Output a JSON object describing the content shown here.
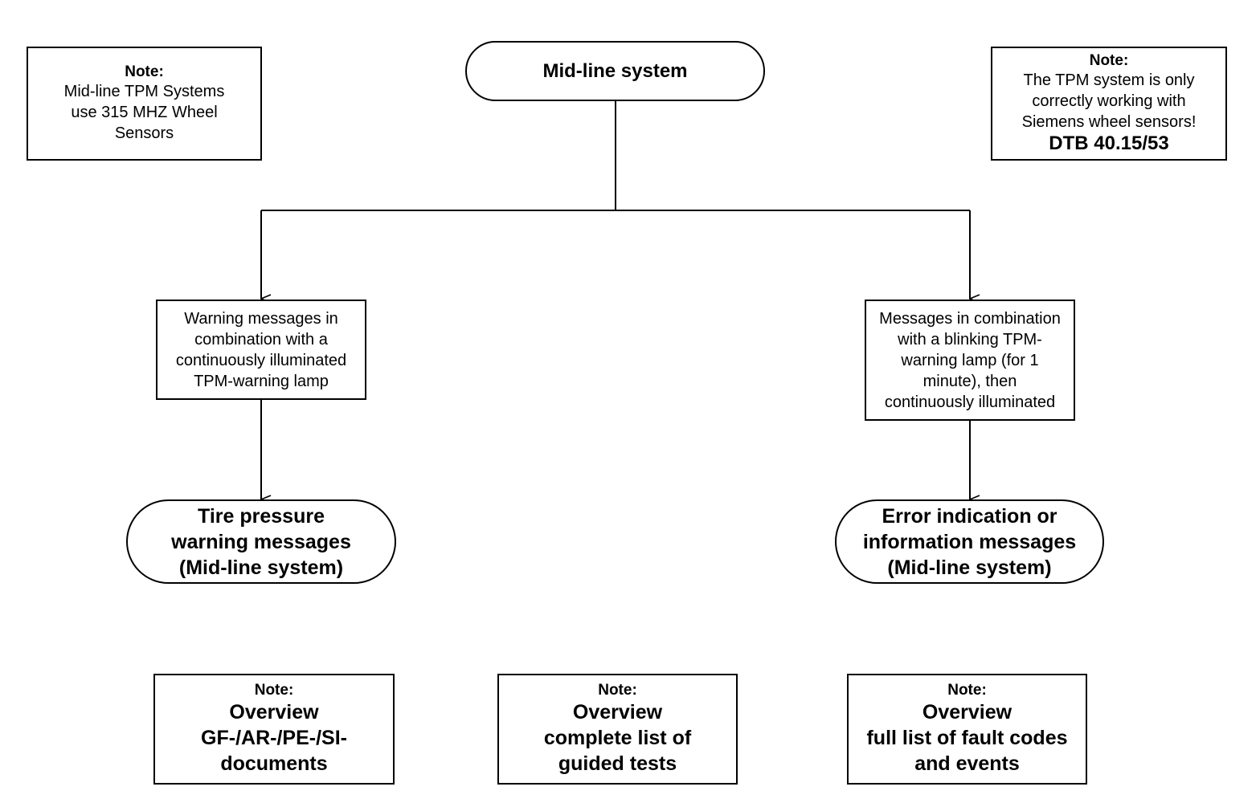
{
  "start": {
    "text": "Mid-line system"
  },
  "note_left": {
    "head": "Note:",
    "lines": [
      "Mid-line TPM Systems",
      "use 315 MHZ Wheel",
      "Sensors"
    ]
  },
  "note_right": {
    "head": "Note:",
    "lines": [
      "The TPM system is only",
      "correctly working with",
      "Siemens wheel sensors!"
    ],
    "ref": "DTB 40.15/53"
  },
  "process_left": {
    "lines": [
      "Warning messages in",
      "combination with a",
      "continuously illuminated",
      "TPM-warning lamp"
    ]
  },
  "process_right": {
    "lines": [
      "Messages in combination",
      "with a blinking TPM-",
      "warning lamp (for 1",
      "minute), then",
      "continuously illuminated"
    ]
  },
  "terminal_left": {
    "lines": [
      "Tire pressure",
      "warning messages",
      "(Mid-line system)"
    ]
  },
  "terminal_right": {
    "lines": [
      "Error indication or",
      "information messages",
      "(Mid-line system)"
    ]
  },
  "bottom_notes": [
    {
      "head": "Note:",
      "lines": [
        "Overview",
        "GF-/AR-/PE-/SI-",
        "documents"
      ]
    },
    {
      "head": "Note:",
      "lines": [
        "Overview",
        "complete list of",
        "guided tests"
      ]
    },
    {
      "head": "Note:",
      "lines": [
        "Overview",
        "full list of fault codes",
        "and events"
      ]
    }
  ]
}
